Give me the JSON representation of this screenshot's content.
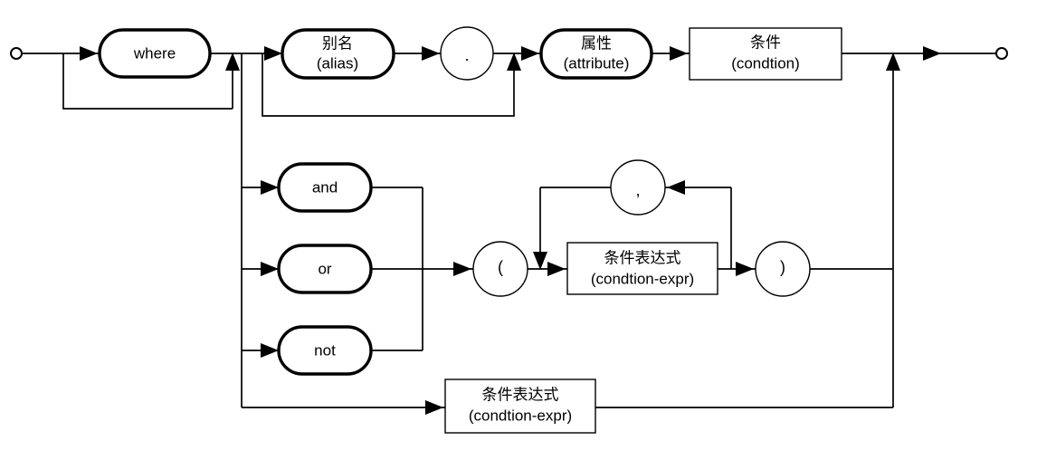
{
  "diagram": {
    "type": "railroad-syntax-diagram",
    "title": "where clause syntax diagram",
    "start_terminal": "start-circle",
    "end_terminal": "end-circle",
    "nodes": {
      "where": {
        "label": "where",
        "shape": "stadium",
        "emphasis": "thick"
      },
      "alias": {
        "label_cn": "别名",
        "label_en": "(alias)",
        "shape": "stadium",
        "emphasis": "thick"
      },
      "dot": {
        "label": ".",
        "shape": "circle",
        "emphasis": "thin"
      },
      "attribute": {
        "label_cn": "属性",
        "label_en": "(attribute)",
        "shape": "stadium",
        "emphasis": "thick"
      },
      "condtion": {
        "label_cn": "条件",
        "label_en": "(condtion)",
        "shape": "rect",
        "emphasis": "thin"
      },
      "and": {
        "label": "and",
        "shape": "stadium",
        "emphasis": "thick"
      },
      "or": {
        "label": "or",
        "shape": "stadium",
        "emphasis": "thick"
      },
      "not": {
        "label": "not",
        "shape": "stadium",
        "emphasis": "thick"
      },
      "lparen": {
        "label": "(",
        "shape": "circle",
        "emphasis": "thin"
      },
      "comma": {
        "label": ",",
        "shape": "circle",
        "emphasis": "thin"
      },
      "condtion_expr_inner": {
        "label_cn": "条件表达式",
        "label_en": "(condtion-expr)",
        "shape": "rect",
        "emphasis": "thin"
      },
      "rparen": {
        "label": ")",
        "shape": "circle",
        "emphasis": "thin"
      },
      "condtion_expr_bottom": {
        "label_cn": "条件表达式",
        "label_en": "(condtion-expr)",
        "shape": "rect",
        "emphasis": "thin"
      }
    },
    "colors": {
      "stroke": "#000000",
      "fill": "#ffffff",
      "text": "#000000",
      "background": "#ffffff"
    }
  }
}
